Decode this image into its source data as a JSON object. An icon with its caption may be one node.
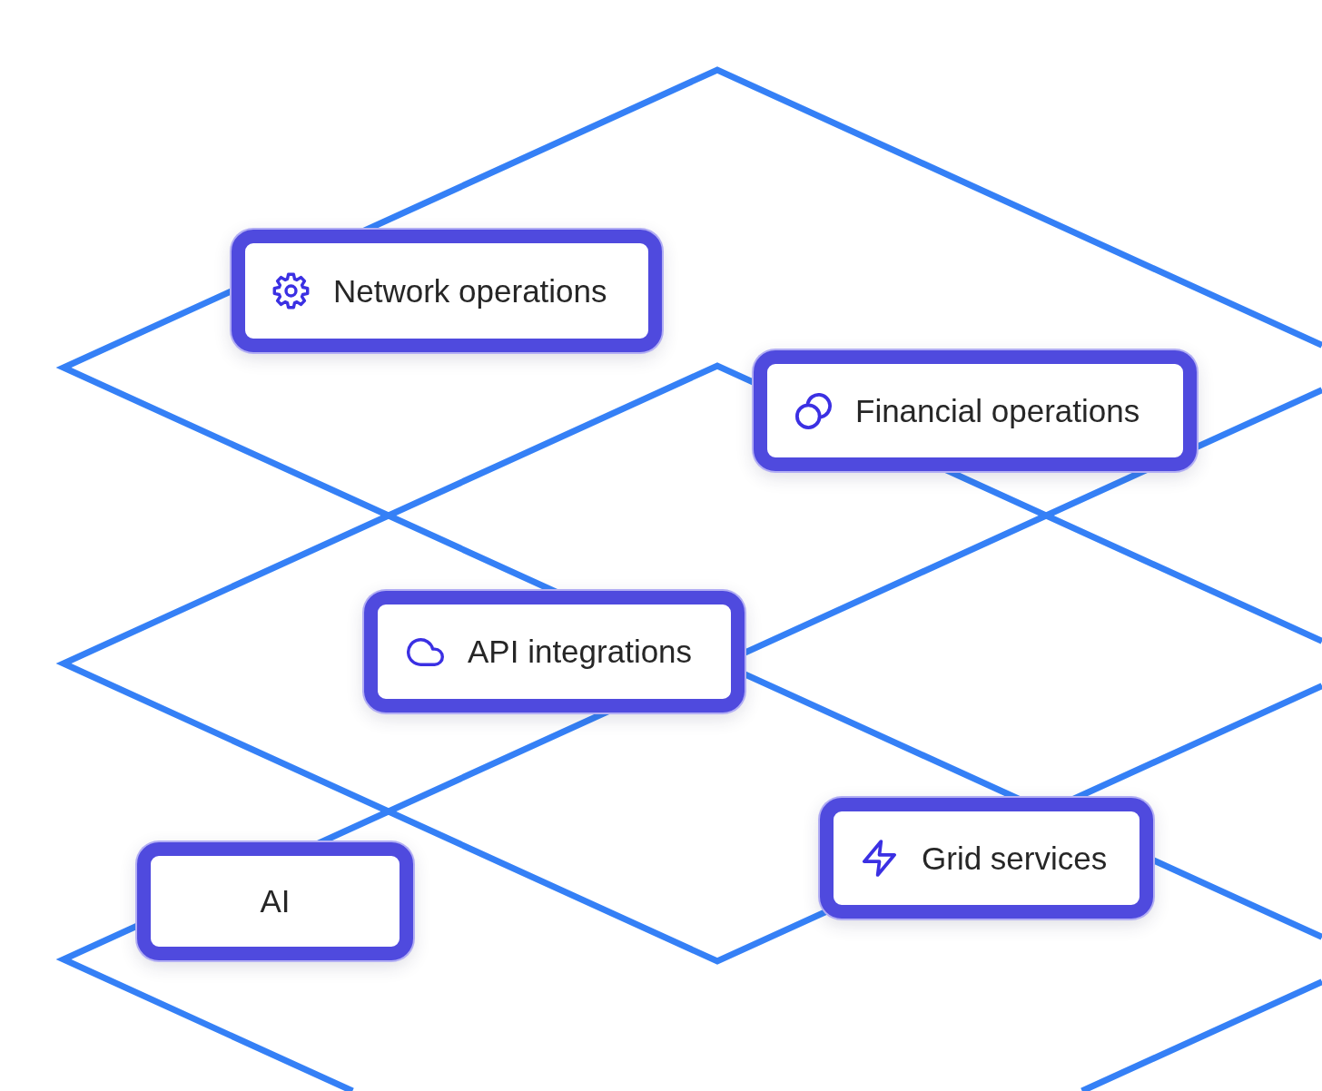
{
  "diagram": {
    "nodes": [
      {
        "text": [
          "Network operations"
        ]
      },
      {
        "text": [
          "Financial operations"
        ]
      },
      {
        "text": [
          "API integrations"
        ]
      },
      {
        "text": [
          "Grid services"
        ]
      },
      {
        "text": [
          "AI"
        ]
      }
    ]
  }
}
